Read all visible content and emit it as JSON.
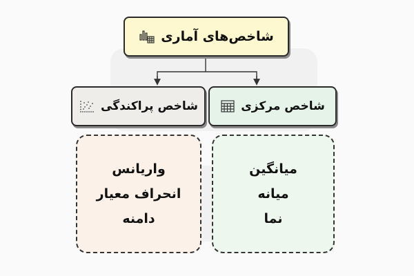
{
  "root": {
    "label": "شاخص‌های آماری",
    "icon": "bar-table-icon"
  },
  "categories": [
    {
      "label": "شاخص مرکزی",
      "icon": "table-icon",
      "color": "#e6f3e9",
      "items": [
        "میانگین",
        "میانه",
        "نما"
      ],
      "panel_color": "#edf7ee"
    },
    {
      "label": "شاخص پراکندگی",
      "icon": "scatter-dots-icon",
      "color": "#efedea",
      "items": [
        "واریانس",
        "انحراف معیار",
        "دامنه"
      ],
      "panel_color": "#fbf1e8"
    }
  ],
  "colors": {
    "root_fill": "#fdf8cf",
    "border": "#2a2a2a",
    "background": "#fafafa"
  }
}
